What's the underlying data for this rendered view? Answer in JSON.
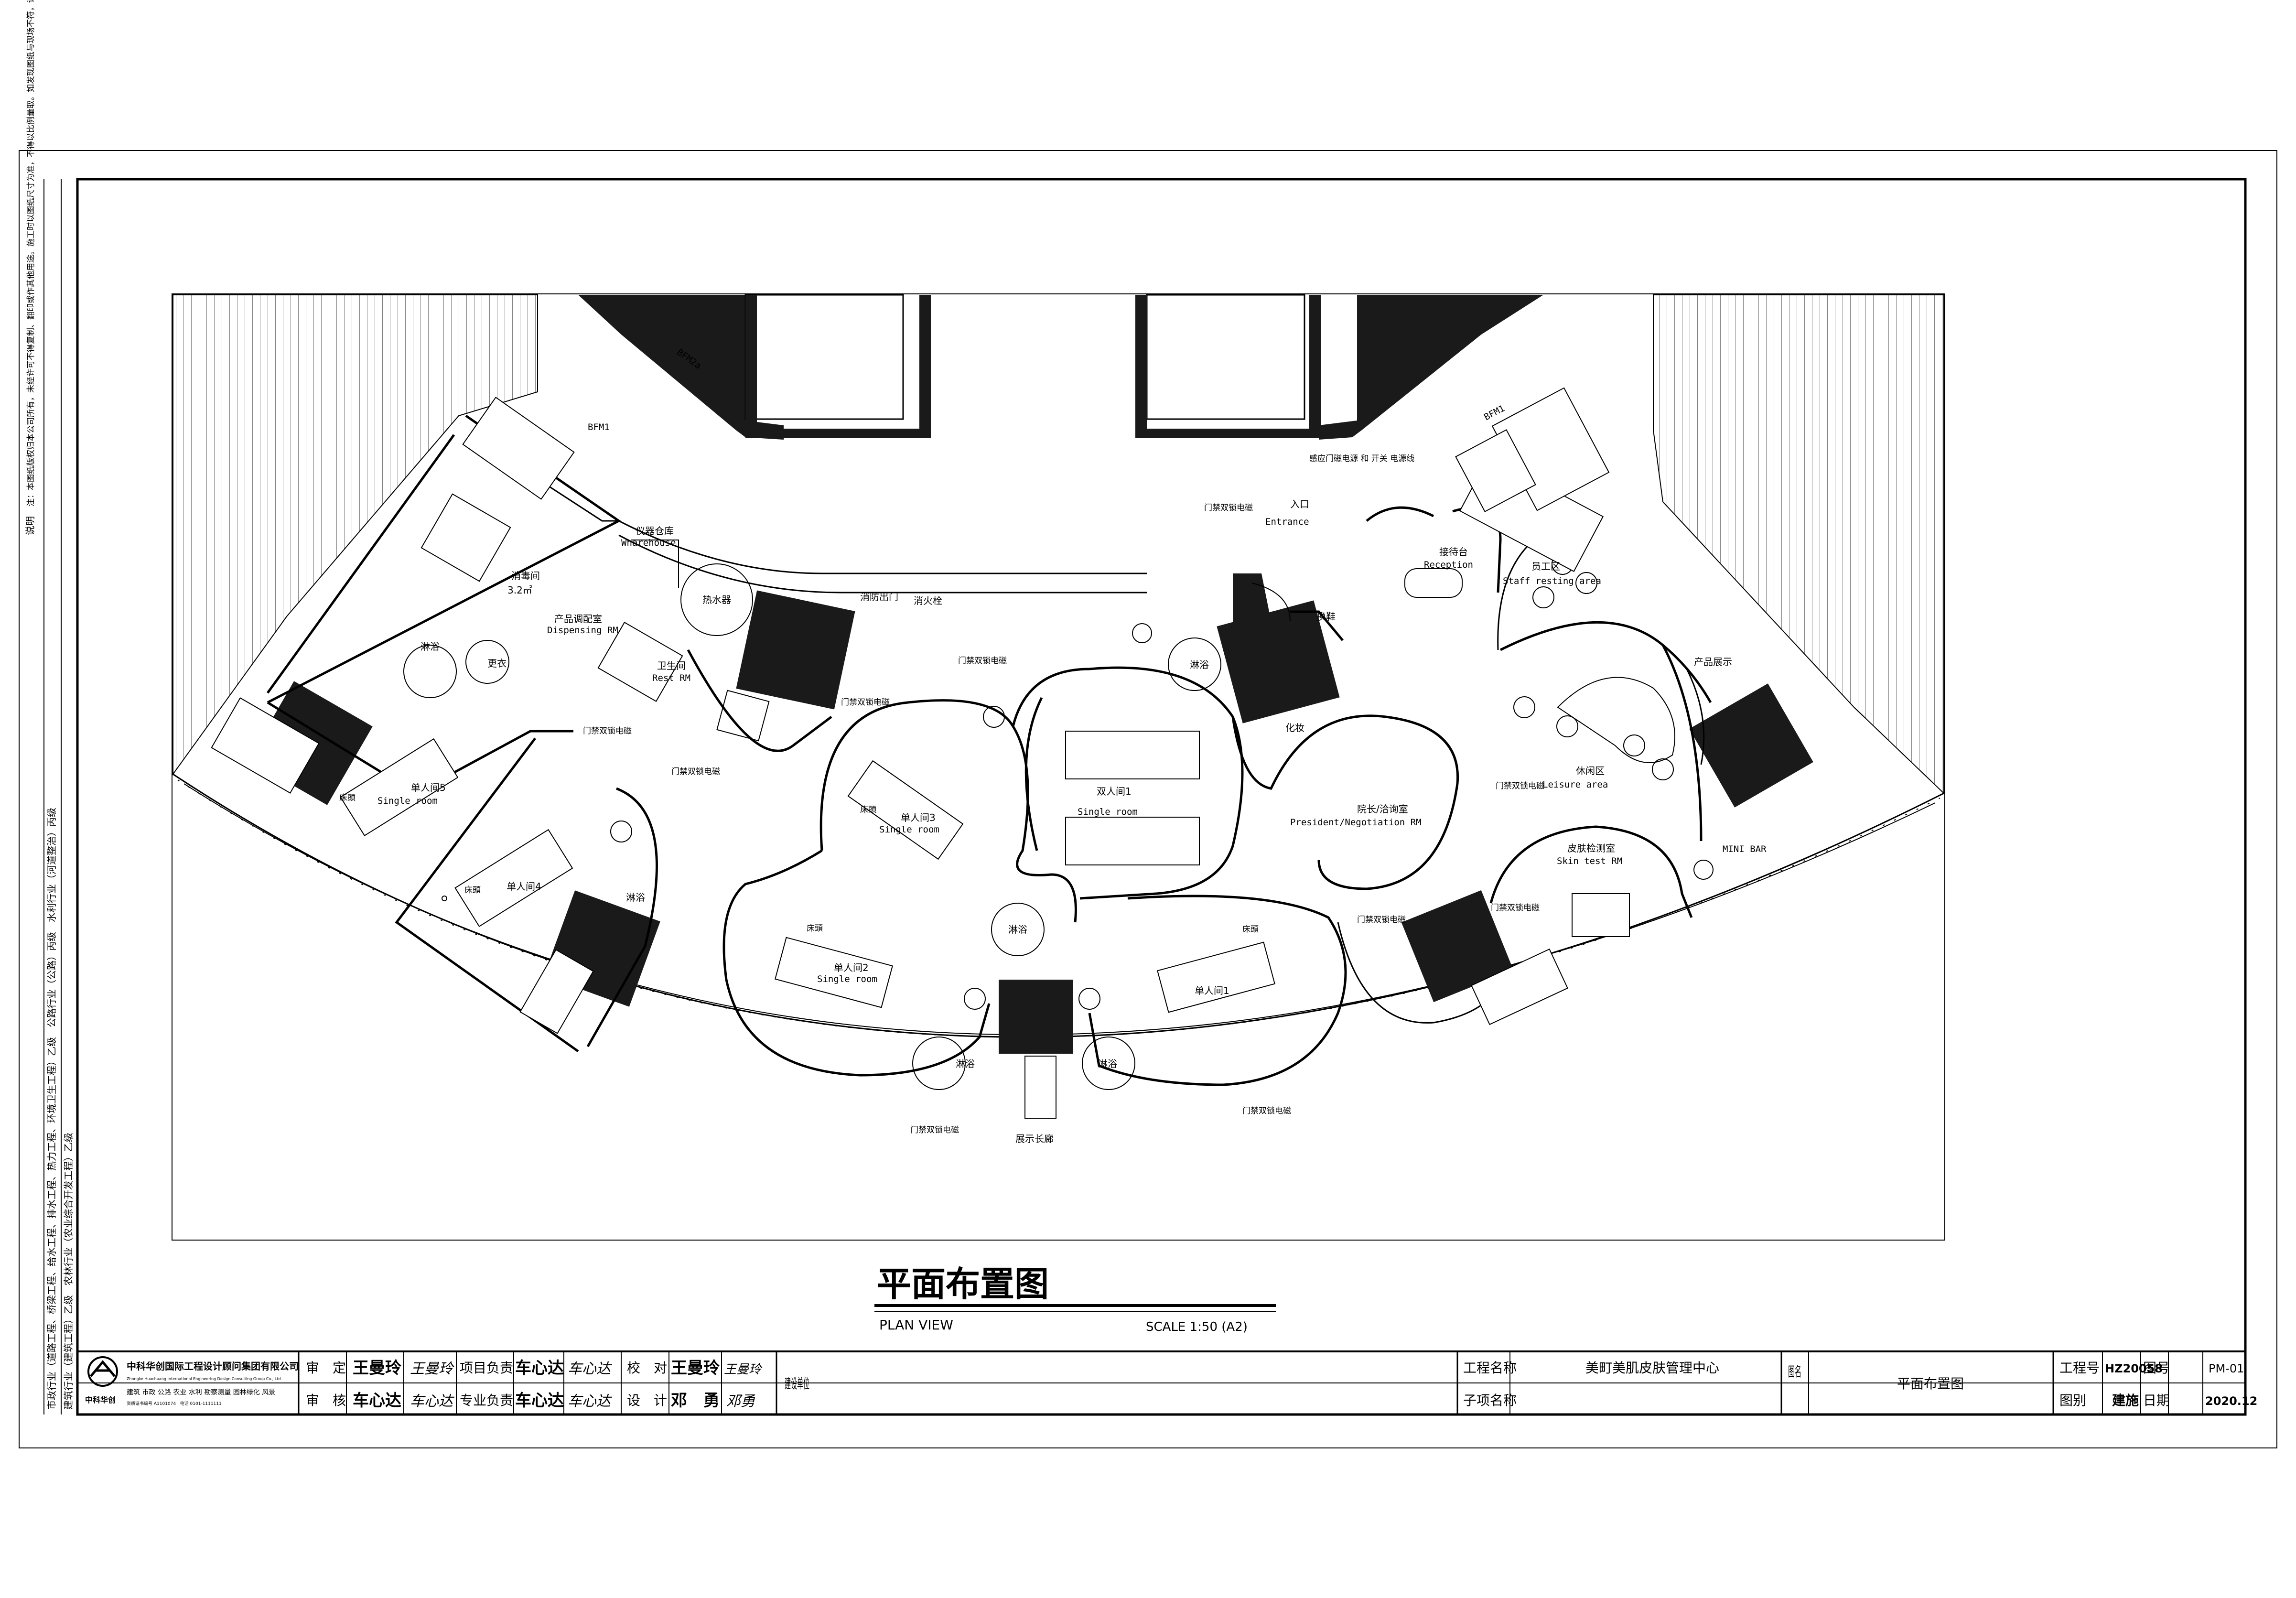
{
  "drawing": {
    "title": "平面布置图",
    "subtitle": "PLAN VIEW",
    "scale": "SCALE 1:50  (A2)"
  },
  "rooms": {
    "warehouse_cn": "仪器仓库",
    "warehouse_en": "Wharehouse",
    "disinfection_cn": "消毒间",
    "disinfection_area": "3.2㎡",
    "dispensing_cn": "产品调配室",
    "dispensing_en": "Dispensing RM",
    "water_heater": "热水器",
    "fire_exit": "消防出门",
    "fire_hydrant": "消火栓",
    "shower_a": "淋浴",
    "dressing": "更衣",
    "rest_cn": "卫生间",
    "rest_en": "Rest RM",
    "single5_cn": "单人间5",
    "single5_en": "Single room",
    "single4_cn": "单人间4",
    "shower_b": "淋浴",
    "single3_cn": "单人间3",
    "single3_en": "Single room",
    "shower_c": "淋浴",
    "double1_cn": "双人间1",
    "double1_en": "Single room",
    "shower_d": "淋浴",
    "single2_cn": "单人间2",
    "single2_en": "Single room",
    "single1_cn": "单人间1",
    "shower_e": "淋浴",
    "shower_f": "淋浴",
    "corridor": "展示长廊",
    "entrance_cn": "入口",
    "entrance_en": "Entrance",
    "shoes": "换鞋",
    "makeup": "化妆",
    "president_cn": "院长/洽询室",
    "president_en": "President/Negotiation RM",
    "reception_cn": "接待台",
    "reception_en": "Reception",
    "staff_cn": "员工区",
    "staff_en": "Staff resting area",
    "product_display": "产品展示",
    "leisure_cn": "休闲区",
    "leisure_en": "Leisure area",
    "skin_cn": "皮肤检测室",
    "skin_en": "Skin test RM",
    "minibar": "MINI BAR",
    "bfm1_left": "BFM1",
    "bfm2": "BFM2a",
    "bfm1_right": "BFM1",
    "bed_tag": "床頭",
    "note_door1": "门禁双锁电磁",
    "note_door2": "门禁双锁电磁",
    "note_door3": "门禁双锁电磁",
    "note_door4": "门禁双锁电磁",
    "note_door5": "门禁双锁电磁",
    "note_door6": "门禁双锁电磁",
    "note_door7": "门禁双锁电磁",
    "note_door8": "门禁双锁电磁",
    "note_door9": "门禁双锁电磁",
    "note_entrance": "门禁双锁电磁",
    "note_top": "感应门磁电源 和 开关 电源线"
  },
  "side_notes": {
    "line1": "市政行业（道路工程、桥梁工程、给水工程、排水工程、热力工程、环境卫生工程）乙级　公路行业（公路）丙级　水利行业（河道整治）丙级",
    "line2": "建筑行业（建筑工程）乙级　农林行业（农业综合开发工程）乙级",
    "line3": "说明",
    "line4": "注：本图纸版权归本公司所有，未经许可不得复制、翻印或作其他用途。施工时以图纸尺寸为准，不得以比例量取。如发现图纸与现场不符，请及时通知设计单位。"
  },
  "title_block": {
    "company": "中科华创国际工程设计顾问集团有限公司",
    "company_en": "Zhongke Huachuang International Engineering Design Consulting Group Co., Ltd",
    "company_scope": "建筑 市政 公路 农业 水利 勘察测量 园林绿化 风景",
    "company_contact": "资质证书编号 A1101074 · 电话 0101-1111111",
    "logo_text": "中科华创",
    "role_review": "审　定",
    "role_review_name": "王曼玲",
    "role_pm": "项目负责",
    "role_pm_name": "车心达",
    "role_check": "校　对",
    "role_check_name": "王曼玲",
    "role_audit": "审　核",
    "role_audit_name": "车心达",
    "role_prof": "专业负责",
    "role_prof_name": "车心达",
    "role_design": "设　计",
    "role_design_name": "邓　勇",
    "sig_a": "王曼玲",
    "sig_b": "车心达",
    "sig_c": "王曼玲",
    "sig_d": "车心达",
    "sig_e": "车心达",
    "sig_f": "邓勇",
    "client_label": "建设单位",
    "project_label": "工程名称",
    "project_name": "美町美肌皮肤管理中心",
    "sub_label": "子项名称",
    "sub_name": "",
    "drawing_label": "图名",
    "drawing_name": "平面布置图",
    "proj_no_label": "工程号",
    "proj_no": "HZ20058",
    "sheet_no_label": "图号",
    "sheet_no": "PM-01",
    "category_label": "图别",
    "category": "建施",
    "date_label": "日期",
    "date": "2020.12"
  }
}
